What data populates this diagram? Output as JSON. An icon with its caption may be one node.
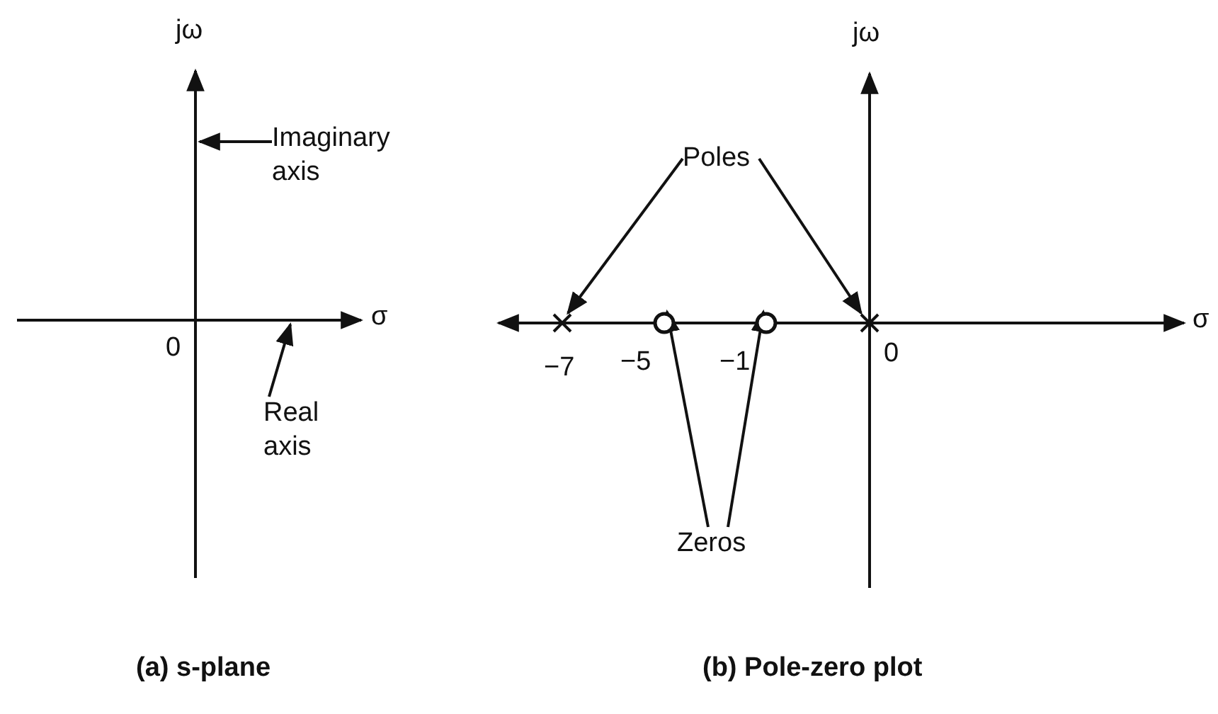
{
  "diagram": {
    "nodes": [
      {
        "text": [
          "Imaginary axis"
        ]
      },
      {
        "text": [
          "Real axis"
        ]
      },
      {
        "text": [
          "Poles"
        ]
      },
      {
        "text": [
          "Zeros"
        ]
      },
      {
        "text": [],
        "shape": "cross"
      },
      {
        "text": [],
        "shape": "circle"
      },
      {
        "text": [],
        "shape": "circle"
      },
      {
        "text": [],
        "shape": "cross"
      },
      {
        "text": [],
        "shape": "line"
      },
      {
        "text": [],
        "shape": "line"
      }
    ],
    "edges": [
      {
        "from": 0,
        "to": 8,
        "arrow": "to"
      },
      {
        "from": 1,
        "to": 9,
        "arrow": "to"
      },
      {
        "from": 2,
        "to": 4,
        "arrow": "to"
      },
      {
        "from": 2,
        "to": 7,
        "arrow": "to"
      },
      {
        "from": 3,
        "to": 5,
        "arrow": "to"
      },
      {
        "from": 3,
        "to": 6,
        "arrow": "to"
      }
    ],
    "labels": [
      "jω",
      "jω",
      "σ",
      "0",
      "σ",
      "−7",
      "−5",
      "−1",
      "0",
      "(a) s-plane",
      "(b) Pole-zero plot"
    ]
  }
}
